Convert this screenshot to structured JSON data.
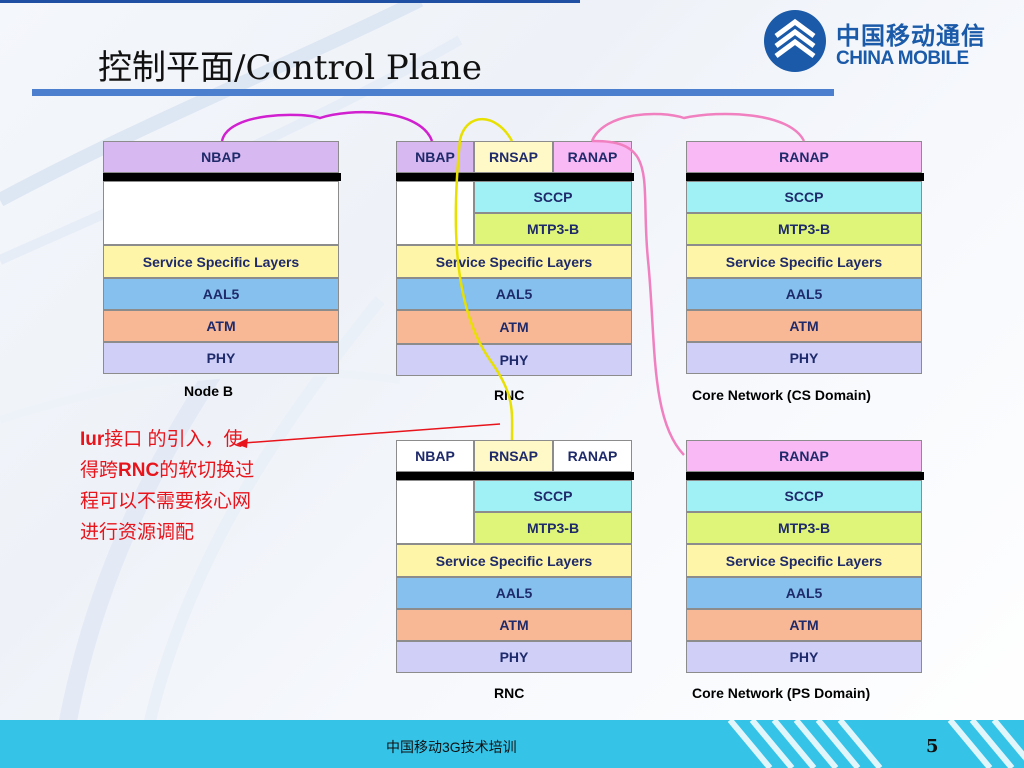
{
  "title": "控制平面/Control Plane",
  "logo": {
    "cn": "中国移动通信",
    "en": "CHINA MOBILE"
  },
  "node_b": {
    "nbap": "NBAP",
    "ssl": "Service Specific Layers",
    "aal5": "AAL5",
    "atm": "ATM",
    "phy": "PHY",
    "label": "Node B"
  },
  "rnc1": {
    "nbap": "NBAP",
    "rnsap": "RNSAP",
    "ranap": "RANAP",
    "sccp": "SCCP",
    "mtp3b": "MTP3-B",
    "ssl": "Service Specific Layers",
    "aal5": "AAL5",
    "atm": "ATM",
    "phy": "PHY",
    "label": "RNC"
  },
  "cn_cs": {
    "ranap": "RANAP",
    "sccp": "SCCP",
    "mtp3b": "MTP3-B",
    "ssl": "Service Specific Layers",
    "aal5": "AAL5",
    "atm": "ATM",
    "phy": "PHY",
    "label": "Core Network (CS Domain)"
  },
  "rnc2": {
    "nbap": "NBAP",
    "rnsap": "RNSAP",
    "ranap": "RANAP",
    "sccp": "SCCP",
    "mtp3b": "MTP3-B",
    "ssl": "Service Specific Layers",
    "aal5": "AAL5",
    "atm": "ATM",
    "phy": "PHY",
    "label": "RNC"
  },
  "cn_ps": {
    "ranap": "RANAP",
    "sccp": "SCCP",
    "mtp3b": "MTP3-B",
    "ssl": "Service Specific Layers",
    "aal5": "AAL5",
    "atm": "ATM",
    "phy": "PHY",
    "label": "Core Network (PS Domain)"
  },
  "annotation": {
    "iur": "Iur",
    "text1": "接口 的引入，使得跨",
    "rnc": "RNC",
    "text2": "的软切换过程可以不需要核心网进行资源调配"
  },
  "footer": {
    "text": "中国移动3G技术培训",
    "page": "5"
  },
  "colors": {
    "footer_bg": "#35c3e8",
    "title_bar": "#4d7fcf",
    "annotation": "#e8141c",
    "link_nbap": "#d020d0",
    "link_rnsap": "#e8e000",
    "link_ranap": "#f080c0"
  }
}
